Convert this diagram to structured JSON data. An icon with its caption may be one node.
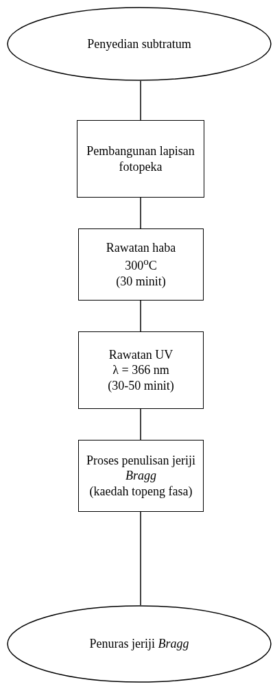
{
  "diagram": {
    "nodes": [
      {
        "text": [
          "Penyedian subtratum"
        ]
      },
      {
        "text": [
          "Pembangunan lapisan fotopeka"
        ]
      },
      {
        "text": [
          "Rawatan haba",
          "300$^{o}$C",
          "(30 minit)"
        ]
      },
      {
        "text": [
          "Rawatan UV",
          "λ = 366 nm",
          "(30-50 minit)"
        ]
      },
      {
        "text": [
          "Proses penulisan jeriji *Bragg*",
          "(kaedah topeng fasa)"
        ]
      },
      {
        "text": [
          "Penuras jeriji *Bragg*"
        ]
      }
    ],
    "edges": [
      {
        "from": 0,
        "to": 1,
        "arrow": "none"
      },
      {
        "from": 1,
        "to": 2,
        "arrow": "none"
      },
      {
        "from": 2,
        "to": 3,
        "arrow": "none"
      },
      {
        "from": 3,
        "to": 4,
        "arrow": "none"
      },
      {
        "from": 4,
        "to": 5,
        "arrow": "none"
      }
    ]
  }
}
